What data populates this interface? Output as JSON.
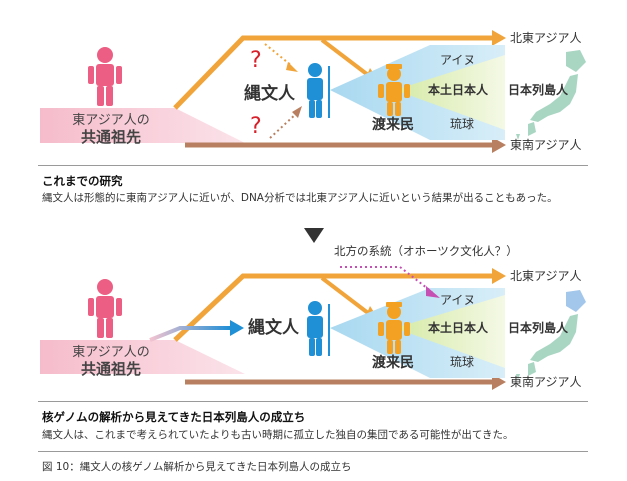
{
  "colors": {
    "orange": "#f0a43a",
    "brown": "#b88060",
    "pink": "#f4b6c6",
    "figure_pink": "#ec5e83",
    "blue": "#1f8fd6",
    "figure_orange": "#f2a123",
    "light_blue": "#bfe2f3",
    "green_gradient": "#dff0b2",
    "map_green": "#a9d6c2",
    "map_blue": "#a3c7ea",
    "purple": "#c64fb3",
    "question_red": "#d8202a"
  },
  "panel1": {
    "ancestor_label_line1": "東アジア人の",
    "ancestor_label_line2": "共通祖先",
    "jomon_label": "縄文人",
    "question_mark_1": "?",
    "question_mark_2": "?",
    "migrant_label": "渡来民",
    "ainu_label": "アイヌ",
    "mainland_label": "本土日本人",
    "ryukyu_label": "琉球",
    "northeast_label": "北東アジア人",
    "japan_label": "日本列島人",
    "southeast_label": "東南アジア人",
    "caption_title": "これまでの研究",
    "caption_body": "縄文人は形態的に東南アジア人に近いが、DNA分析では北東アジア人に近いという結果が出ることもあった。"
  },
  "panel2": {
    "northern_label": "北方の系統（オホーツク文化人？）",
    "ancestor_label_line1": "東アジア人の",
    "ancestor_label_line2": "共通祖先",
    "jomon_label": "縄文人",
    "migrant_label": "渡来民",
    "ainu_label": "アイヌ",
    "mainland_label": "本土日本人",
    "ryukyu_label": "琉球",
    "northeast_label": "北東アジア人",
    "japan_label": "日本列島人",
    "southeast_label": "東南アジア人",
    "caption_title": "核ゲノムの解析から見えてきた日本列島人の成立ち",
    "caption_body": "縄文人は、これまで考えられていたよりも古い時期に孤立した独自の集団である可能性が出てきた。"
  },
  "figure_caption": "図 10：縄文人の核ゲノム解析から見えてきた日本列島人の成立ち"
}
